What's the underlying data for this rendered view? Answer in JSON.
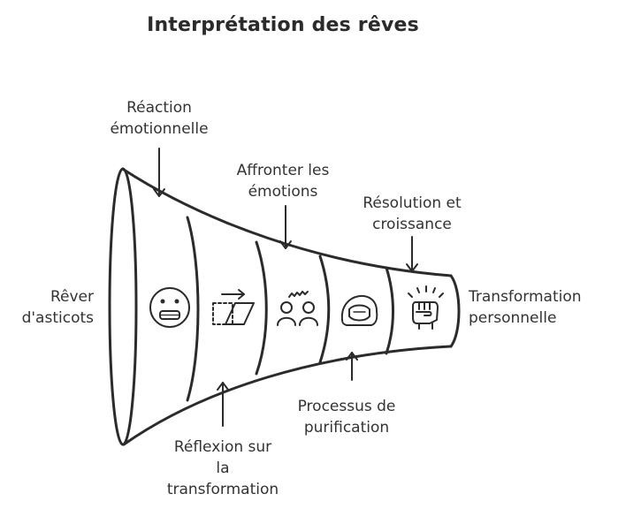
{
  "title": "Interprétation des rêves",
  "labels": {
    "start": [
      "Rêver",
      "d'asticots"
    ],
    "end": [
      "Transformation",
      "personnelle"
    ],
    "top": [
      [
        "Réaction",
        "émotionnelle"
      ],
      [
        "Affronter les",
        "émotions"
      ],
      [
        "Résolution et",
        "croissance"
      ]
    ],
    "bottom": [
      [
        "Réflexion sur",
        "la",
        "transformation"
      ],
      [
        "Processus de",
        "purification"
      ]
    ]
  },
  "icons": [
    "worried-face-icon",
    "transform-arrow-icon",
    "two-people-icon",
    "mask-face-icon",
    "raised-fist-icon"
  ],
  "colors": {
    "stroke": "#2b2b2b",
    "text": "#333333"
  }
}
